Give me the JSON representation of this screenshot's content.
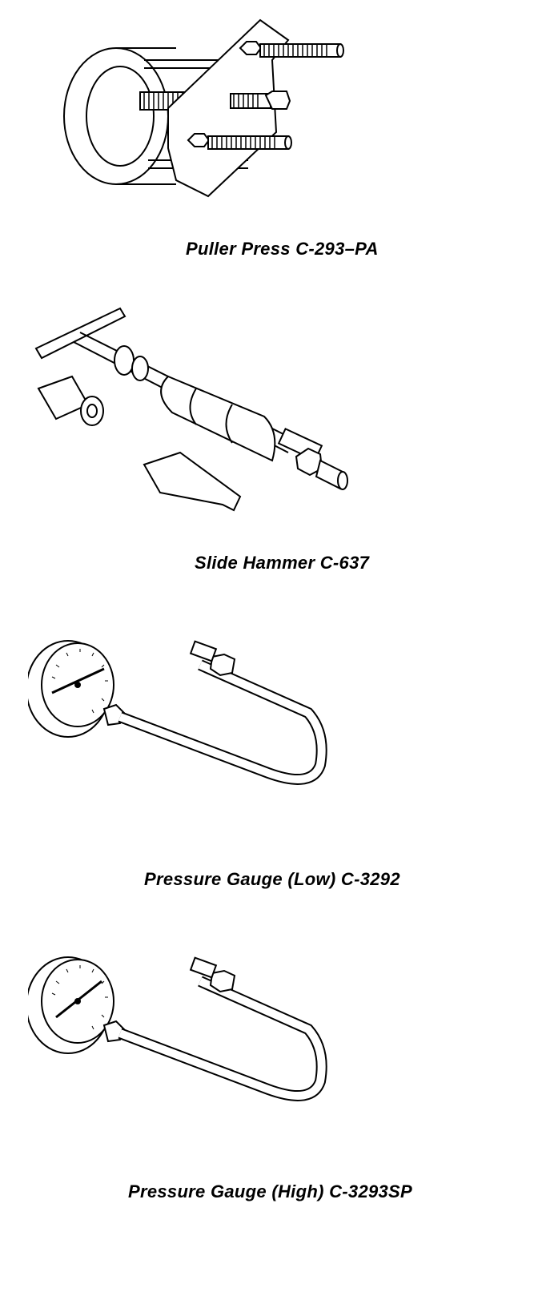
{
  "captions": {
    "puller_press": "Puller Press C-293–PA",
    "slide_hammer": "Slide Hammer C-637",
    "gauge_low": "Pressure Gauge (Low) C-3292",
    "gauge_high": "Pressure Gauge (High) C-3293SP"
  },
  "colors": {
    "ink": "#000000",
    "paper": "#ffffff"
  },
  "icons": [
    "puller-press-illustration",
    "slide-hammer-illustration",
    "pressure-gauge-low-illustration",
    "pressure-gauge-high-illustration"
  ]
}
